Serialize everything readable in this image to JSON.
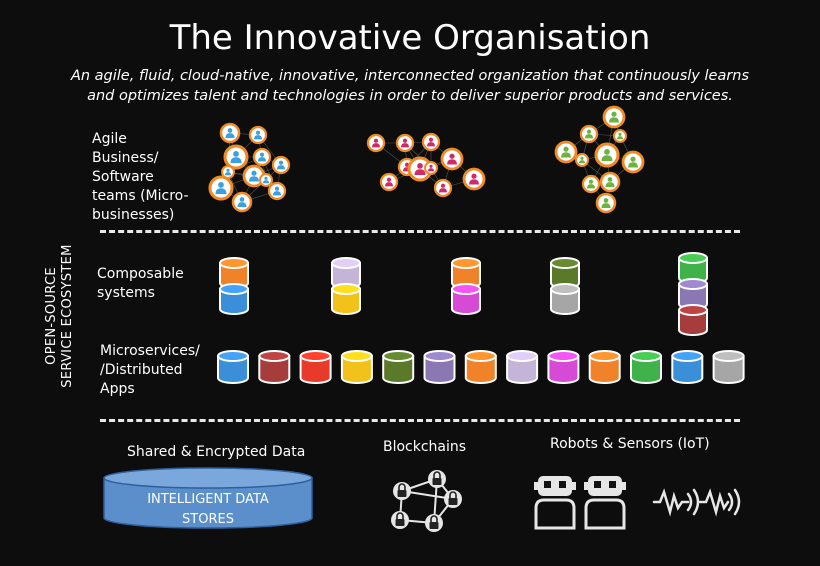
{
  "title": "The Innovative Organisation",
  "subtitle_line1": "An agile, fluid, cloud-native, innovative, interconnected organization that continuously learns",
  "subtitle_line2": "and optimizes talent and technologies in order to deliver superior products and services.",
  "side_label_line1": "OPEN-SOURCE",
  "side_label_line2": "SERVICE ECOSYSTEM",
  "rows": {
    "teams": [
      "Agile",
      "Business/",
      "Software",
      "teams (Micro-",
      "businesses)"
    ],
    "composable": [
      "Composable",
      "systems"
    ],
    "micro": [
      "Microservices/",
      "/Distributed",
      "Apps"
    ]
  },
  "bottom": {
    "data_label": "Shared & Encrypted Data",
    "store_line1": "INTELLIGENT DATA",
    "store_line2": "STORES",
    "blockchain_label": "Blockchains",
    "robots_label": "Robots & Sensors (IoT)"
  },
  "colors": {
    "person_blue": "#3aa0e0",
    "person_pink": "#d02a6a",
    "person_green": "#6cb33f",
    "ring_orange": "#f08a24",
    "orange": "#f0822a",
    "blue": "#3b8ed8",
    "purple": "#8a78b4",
    "yellow": "#f2c21a",
    "magenta": "#d64ad6",
    "olive": "#5a7a2a",
    "gray": "#a6a6a6",
    "green": "#3fb24a",
    "red": "#a63c3c",
    "bright_red": "#e83a2a",
    "lavender": "#c4b4d8",
    "store_blue": "#5b8fcc"
  },
  "composable_stacks": [
    [
      "orange",
      "blue"
    ],
    [
      "lavender",
      "yellow"
    ],
    [
      "orange",
      "magenta"
    ],
    [
      "olive",
      "gray"
    ],
    [
      "green",
      "purple",
      "red"
    ]
  ],
  "microservices": [
    "blue",
    "red",
    "bright_red",
    "yellow",
    "olive",
    "purple",
    "orange",
    "lavender",
    "magenta",
    "orange",
    "green",
    "blue",
    "gray"
  ],
  "team_clusters": [
    {
      "color": "person_blue",
      "count": 11
    },
    {
      "color": "person_pink",
      "count": 10
    },
    {
      "color": "person_green",
      "count": 10
    }
  ]
}
